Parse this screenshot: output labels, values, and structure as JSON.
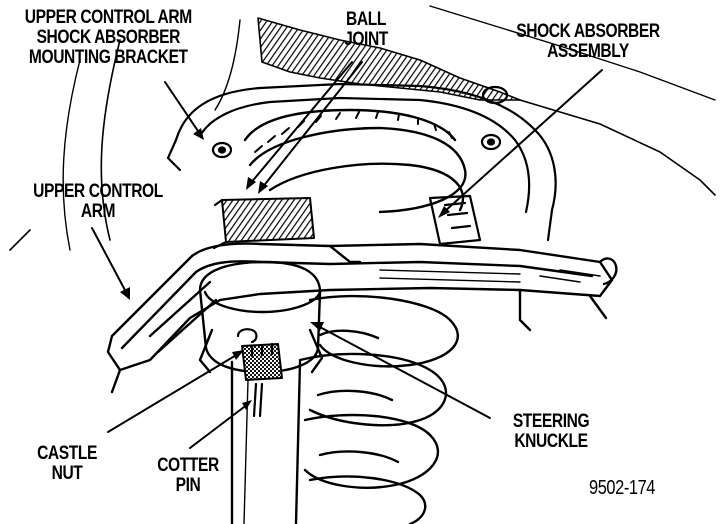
{
  "labels": {
    "bracket": {
      "line1": "UPPER CONTROL ARM",
      "line2": "SHOCK ABSORBER",
      "line3": "MOUNTING BRACKET"
    },
    "ball_joint": {
      "line1": "BALL",
      "line2": "JOINT"
    },
    "shock_absorber": {
      "line1": "SHOCK ABSORBER",
      "line2": "ASSEMBLY"
    },
    "upper_control_arm": {
      "line1": "UPPER CONTROL",
      "line2": "ARM"
    },
    "steering_knuckle": {
      "line1": "STEERING",
      "line2": "KNUCKLE"
    },
    "castle_nut": {
      "line1": "CASTLE",
      "line2": "NUT"
    },
    "cotter_pin": {
      "line1": "COTTER",
      "line2": "PIN"
    },
    "figure_number": "9502-174"
  },
  "colors": {
    "ink": "#000000",
    "paper": "#ffffff",
    "hatch": "#3a3a3a"
  }
}
